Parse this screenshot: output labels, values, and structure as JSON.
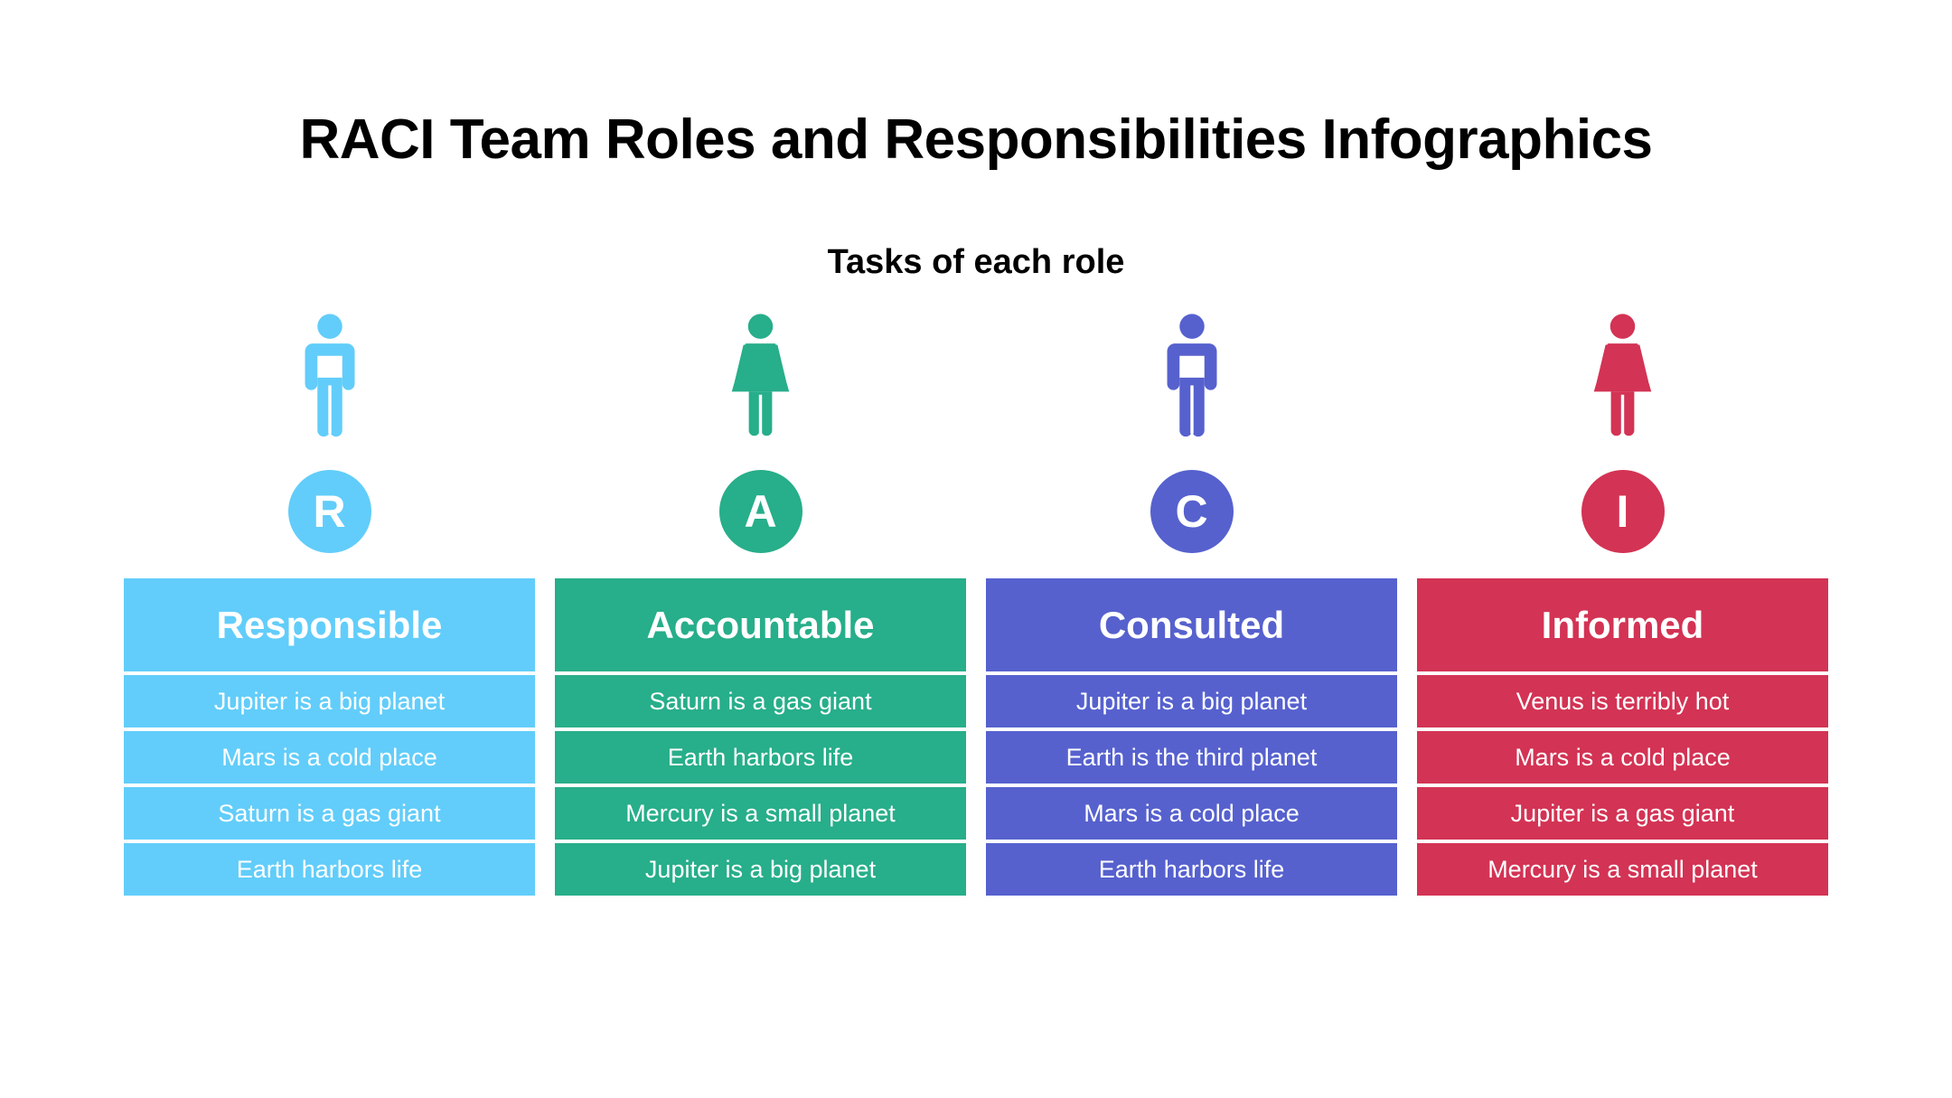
{
  "header": {
    "title": "RACI Team Roles and Responsibilities Infographics",
    "subtitle": "Tasks of each role"
  },
  "columns": [
    {
      "letter": "R",
      "role": "Responsible",
      "color": "#62CDFA",
      "figure": "male",
      "figure_icon": "person-male-icon",
      "tasks": [
        "Jupiter is a big planet",
        "Mars is a cold place",
        "Saturn is a gas giant",
        "Earth harbors life"
      ]
    },
    {
      "letter": "A",
      "role": "Accountable",
      "color": "#27AE8A",
      "figure": "female",
      "figure_icon": "person-female-icon",
      "tasks": [
        "Saturn is a gas giant",
        "Earth harbors life",
        "Mercury is a small planet",
        "Jupiter is a big planet"
      ]
    },
    {
      "letter": "C",
      "role": "Consulted",
      "color": "#5661CE",
      "figure": "male",
      "figure_icon": "person-male-icon",
      "tasks": [
        "Jupiter is a big planet",
        "Earth is the third planet",
        "Mars is a cold place",
        "Earth harbors life"
      ]
    },
    {
      "letter": "I",
      "role": "Informed",
      "color": "#D33354",
      "figure": "female",
      "figure_icon": "person-female-icon",
      "tasks": [
        "Venus is terribly hot",
        "Mars is a cold place",
        "Jupiter is a gas giant",
        "Mercury is a small planet"
      ]
    }
  ]
}
